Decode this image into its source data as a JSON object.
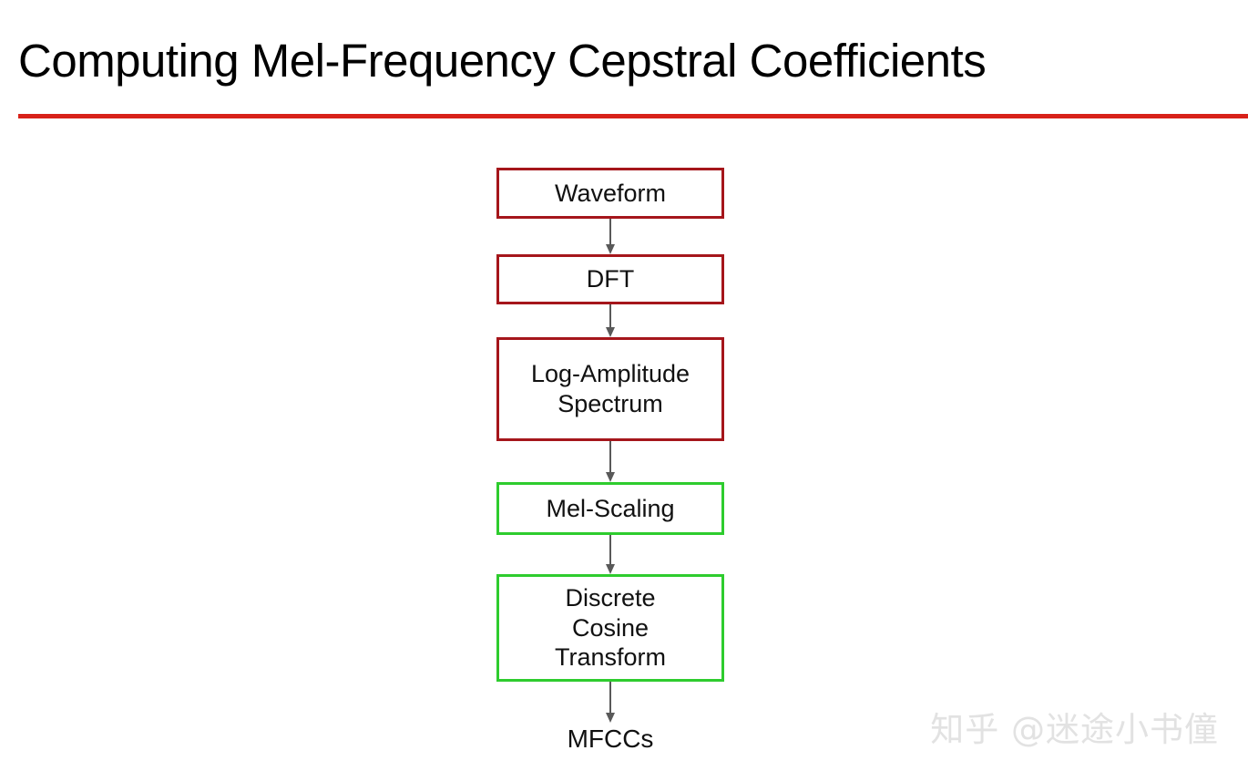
{
  "slide": {
    "title": "Computing Mel-Frequency Cepstral Coefficients",
    "rule_color": "#d8221a",
    "background": "#ffffff"
  },
  "colors": {
    "red_border": "#a5161b",
    "green_border": "#2ecc2e",
    "arrow": "#595959",
    "text": "#111111",
    "watermark": "#e2e2e2"
  },
  "flowchart": {
    "type": "flow",
    "orientation": "vertical",
    "nodes": [
      {
        "id": "waveform",
        "label": "Waveform",
        "border": "red",
        "shape": "rectangle"
      },
      {
        "id": "dft",
        "label": "DFT",
        "border": "red",
        "shape": "rectangle"
      },
      {
        "id": "logamp",
        "label": "Log-Amplitude\nSpectrum",
        "line1": "Log-Amplitude",
        "line2": "Spectrum",
        "border": "red",
        "shape": "rectangle"
      },
      {
        "id": "mel",
        "label": "Mel-Scaling",
        "border": "green",
        "shape": "rectangle"
      },
      {
        "id": "dct",
        "line1": "Discrete",
        "line2": "Cosine",
        "line3": "Transform",
        "label": "Discrete Cosine Transform",
        "border": "green",
        "shape": "rectangle"
      }
    ],
    "terminal": {
      "id": "mfccs",
      "label": "MFCCs",
      "shape": "text"
    },
    "edges": [
      {
        "from": "waveform",
        "to": "dft"
      },
      {
        "from": "dft",
        "to": "logamp"
      },
      {
        "from": "logamp",
        "to": "mel"
      },
      {
        "from": "mel",
        "to": "dct"
      },
      {
        "from": "dct",
        "to": "mfccs"
      }
    ]
  },
  "watermark": {
    "text": "知乎 @迷途小书僮"
  }
}
